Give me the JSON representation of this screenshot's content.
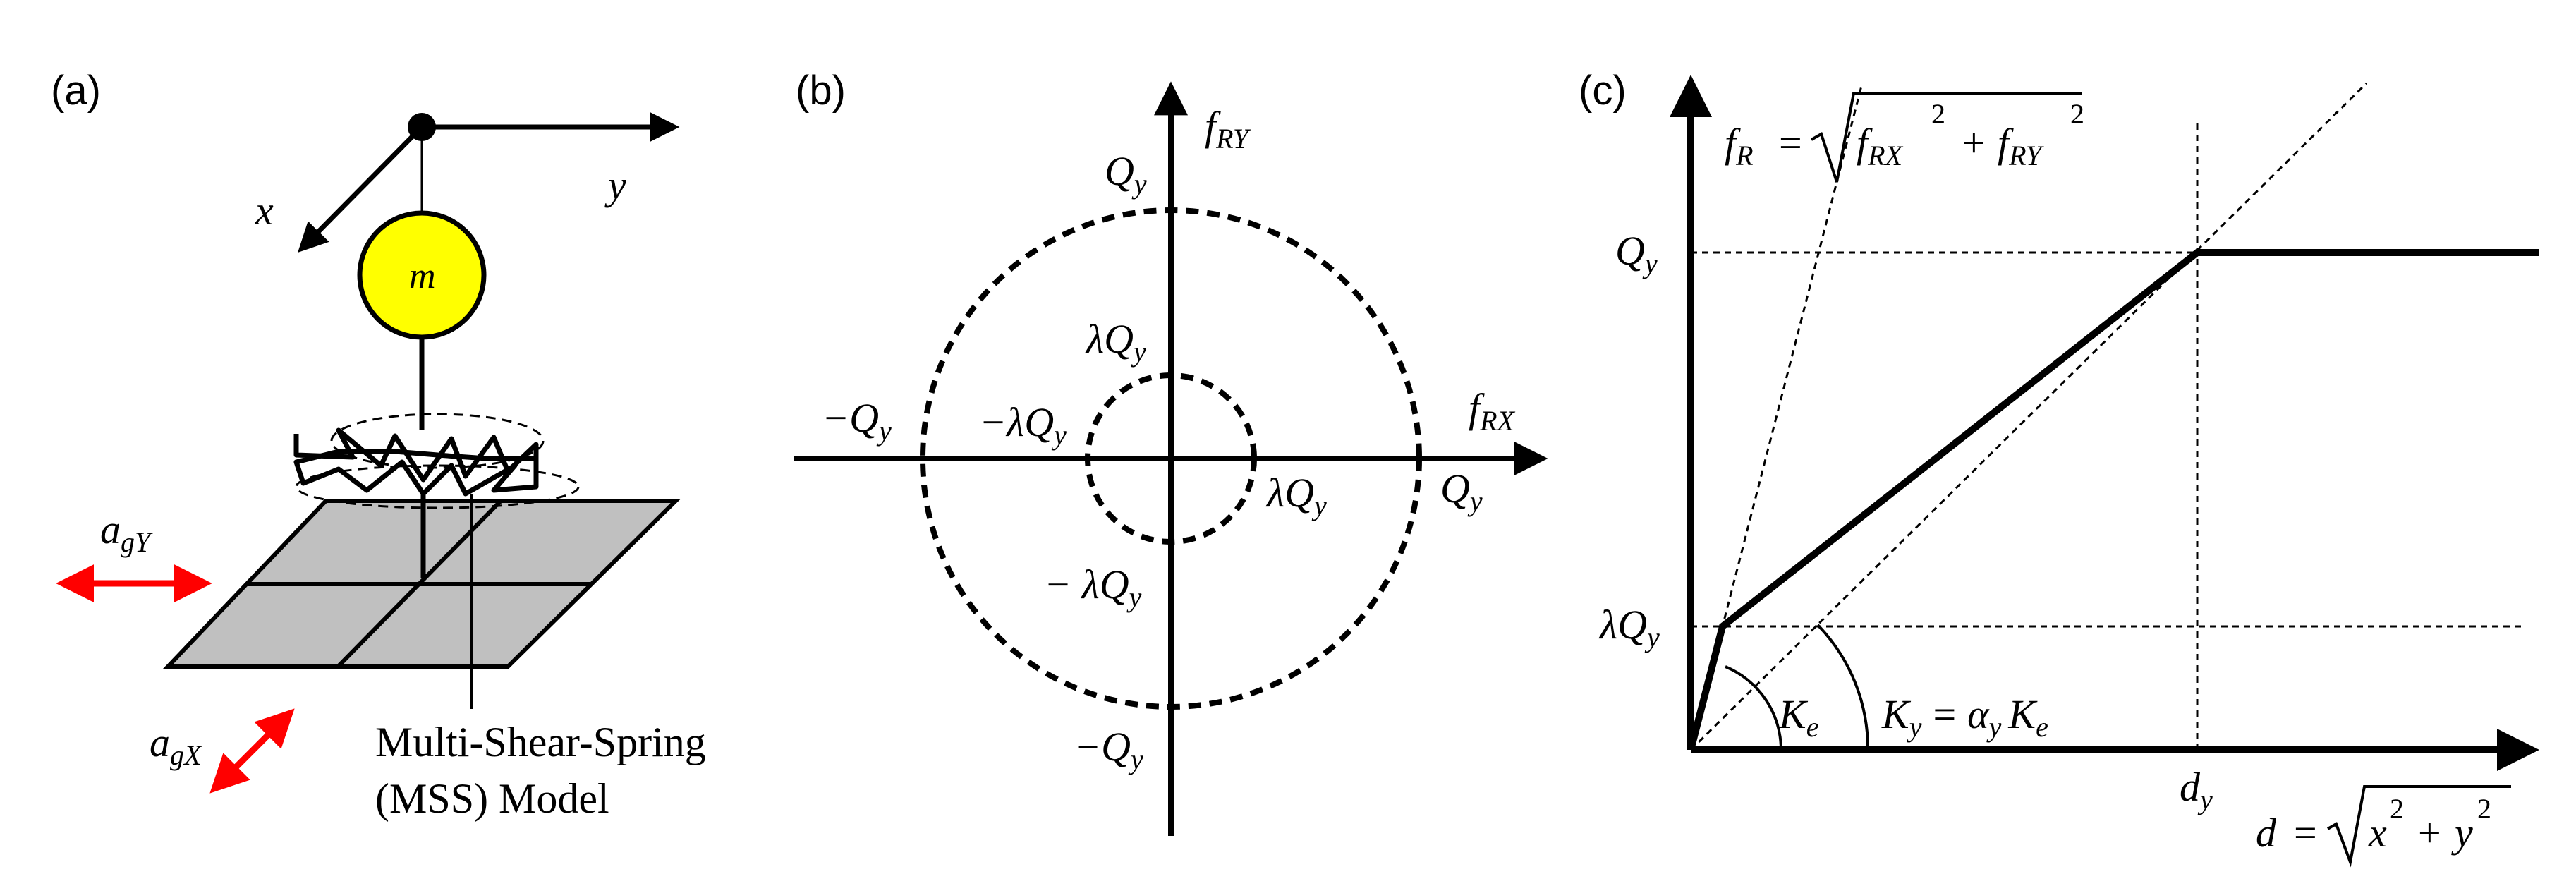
{
  "panel_a": {
    "label": "(a)",
    "axis_x": "x",
    "axis_y": "y",
    "mass": "m",
    "ag_y_base": "a",
    "ag_y_sub": "gY",
    "ag_x_base": "a",
    "ag_x_sub": "gX",
    "model_line1": "Multi-Shear-Spring",
    "model_line2": "(MSS) Model",
    "colors": {
      "mass": "#ffff00",
      "ground": "#c0c0c0",
      "ground_motion": "#ff0000"
    }
  },
  "panel_b": {
    "label": "(b)",
    "axis_v_base": "f",
    "axis_v_sub": "RY",
    "axis_h_base": "f",
    "axis_h_sub": "RX",
    "outer_top": "Q",
    "outer_right": "Q",
    "outer_left": "−Q",
    "outer_bottom": "−Q",
    "inner_top": "λQ",
    "inner_right": "λQ",
    "inner_left": "−λQ",
    "inner_bottom": "− λQ",
    "subscript_y": "y"
  },
  "panel_c": {
    "label": "(c)",
    "fr_lhs": "f",
    "fr_lhs_sub": "R",
    "fr_eq": "=",
    "fr_t1": "f",
    "fr_t1_sub": "RX",
    "fr_t1_sup": "2",
    "fr_plus": "+",
    "fr_t2": "f",
    "fr_t2_sub": "RY",
    "fr_t2_sup": "2",
    "qy": "Q",
    "qy_sub": "y",
    "lqy": "λQ",
    "lqy_sub": "y",
    "ke": "K",
    "ke_sub": "e",
    "ky_lhs": "K",
    "ky_lhs_sub": "y",
    "ky_eq": "=",
    "ky_alpha": "α",
    "ky_alpha_sub": "y",
    "ky_k": "K",
    "ky_k_sub": "e",
    "dy": "d",
    "dy_sub": "y",
    "d_lhs": "d",
    "d_eq": "=",
    "d_x": "x",
    "d_x_sup": "2",
    "d_plus": "+",
    "d_y": "y",
    "d_y_sup": "2"
  }
}
